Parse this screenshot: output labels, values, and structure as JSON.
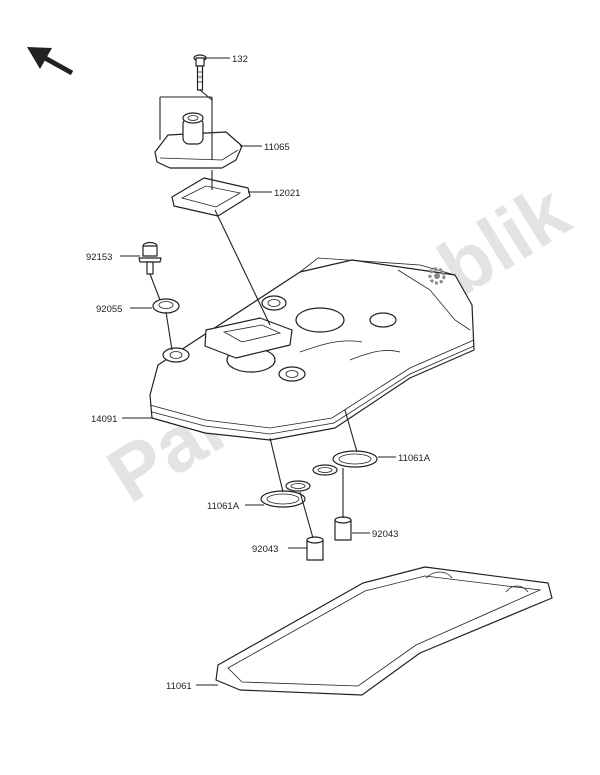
{
  "watermark": "PartsRepublik",
  "parts": [
    {
      "id": "bolt-132",
      "number": "132"
    },
    {
      "id": "breather-cover",
      "number": "11065"
    },
    {
      "id": "gasket-12021",
      "number": "12021"
    },
    {
      "id": "bolt-92153",
      "number": "92153"
    },
    {
      "id": "washer-92055",
      "number": "92055"
    },
    {
      "id": "cylinder-head-cover",
      "number": "14091"
    },
    {
      "id": "gasket-right",
      "number": "11061A"
    },
    {
      "id": "gasket-left",
      "number": "11061A"
    },
    {
      "id": "dowel-pin-right",
      "number": "92043"
    },
    {
      "id": "dowel-pin-left",
      "number": "92043"
    },
    {
      "id": "cover-gasket",
      "number": "11061"
    }
  ],
  "colors": {
    "line": "#222222",
    "watermark": "#d9d9d9"
  },
  "icons": {
    "front": "arrow-icon",
    "logo": "gear-icon"
  }
}
